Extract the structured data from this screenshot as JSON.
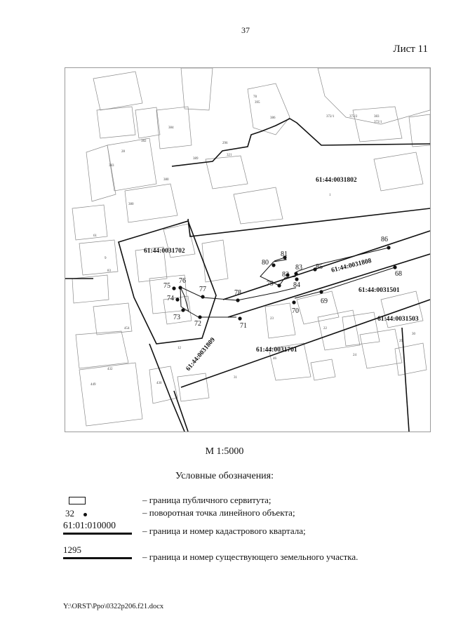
{
  "page": {
    "number": "37",
    "sheet": "Лист 11",
    "scale": "М 1:5000",
    "footer": "Y:\\ORST\\Ppo\\0322p206.f21.docx"
  },
  "map": {
    "quarters": [
      {
        "label": "61:44:0031802"
      },
      {
        "label": "61:44:0031702"
      },
      {
        "label": "61:44:0031808"
      },
      {
        "label": "61:44:0031501"
      },
      {
        "label": "61:44:0031503"
      },
      {
        "label": "61:44:0031701"
      },
      {
        "label": "61:44:0031809"
      }
    ],
    "points": [
      "86",
      "81",
      "80",
      "83",
      "85",
      "82",
      "84",
      "79",
      "78",
      "77",
      "76",
      "75",
      "74",
      "73",
      "72",
      "71",
      "70",
      "69",
      "68"
    ],
    "small_labels": [
      "384",
      "382",
      "296",
      "395",
      "386",
      "372/1",
      "372/2",
      "383",
      "372/1",
      "28",
      "383",
      "380",
      "389",
      "380",
      "321",
      "78",
      "61",
      "83",
      "1",
      "31",
      "23",
      "24",
      "449",
      "432",
      "430",
      "454",
      "29",
      "30",
      "22",
      "46",
      "12",
      "9"
    ]
  },
  "legend": {
    "title": "Условные обозначения:",
    "items": [
      {
        "symbol": "",
        "text": "–  граница публичного сервитута;"
      },
      {
        "symbol": "32",
        "text": "–  поворотная точка линейного объекта;"
      },
      {
        "symbol": "61:01:010000",
        "text": "–  граница и номер кадастрового квартала;"
      },
      {
        "symbol": "1295",
        "text": "–  граница и номер существующего земельного участка."
      }
    ]
  }
}
